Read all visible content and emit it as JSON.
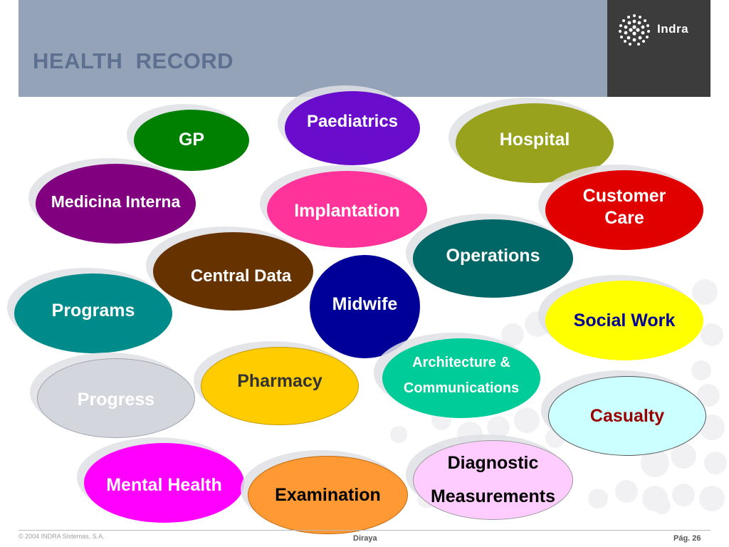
{
  "header": {
    "title": "HEALTH  RECORD",
    "logo_text": "Indra",
    "band_color": "#95a3b8",
    "logo_bg": "#3c3c3c"
  },
  "bubbles": {
    "gp": {
      "label": "GP",
      "color": "#008000",
      "text_color": "#ffffff"
    },
    "paediatrics": {
      "label": "Paediatrics",
      "color": "#6a0ccc",
      "text_color": "#ffffff"
    },
    "hospital": {
      "label": "Hospital",
      "color": "#99a21c",
      "text_color": "#ffffff"
    },
    "medicina_interna": {
      "label": "Medicina Interna",
      "color": "#800080",
      "text_color": "#ffffff"
    },
    "implantation": {
      "label": "Implantation",
      "color": "#ff3399",
      "text_color": "#ffffff"
    },
    "customer_care": {
      "label_line1": "Customer",
      "label_line2": "Care",
      "color": "#e00000",
      "text_color": "#ffffff"
    },
    "central_data": {
      "label": "Central Data",
      "color": "#663300",
      "text_color": "#ffffff"
    },
    "operations": {
      "label": "Operations",
      "color": "#006666",
      "text_color": "#ffffff"
    },
    "programs": {
      "label": "Programs",
      "color": "#008b8b",
      "text_color": "#ffffff"
    },
    "midwife": {
      "label": "Midwife",
      "color": "#000099",
      "text_color": "#ffffff"
    },
    "social_work": {
      "label": "Social Work",
      "color": "#ffff00",
      "text_color": "#000099"
    },
    "architecture": {
      "label_line1": "Architecture &",
      "label_line2": "Communications",
      "color": "#00cc99",
      "text_color": "#ffffff"
    },
    "progress": {
      "label": "Progress",
      "color": "#d3d6dc",
      "text_color": "#ffffff"
    },
    "pharmacy": {
      "label": "Pharmacy",
      "color": "#ffcc00",
      "text_color": "#333333"
    },
    "casualty": {
      "label": "Casualty",
      "color": "#ccffff",
      "text_color": "#990000"
    },
    "diagnostic": {
      "label_line1": "Diagnostic",
      "label_line2": "Measurements",
      "color": "#ffccff",
      "text_color": "#000000"
    },
    "mental_health": {
      "label": "Mental Health",
      "color": "#ff00ff",
      "text_color": "#ffffff"
    },
    "examination": {
      "label": "Examination",
      "color": "#ff9933",
      "text_color": "#000000"
    }
  },
  "footer": {
    "copyright": "© 2004 INDRA Sistemas, S.A.",
    "center": "Diraya",
    "page": "Pág. 26"
  }
}
